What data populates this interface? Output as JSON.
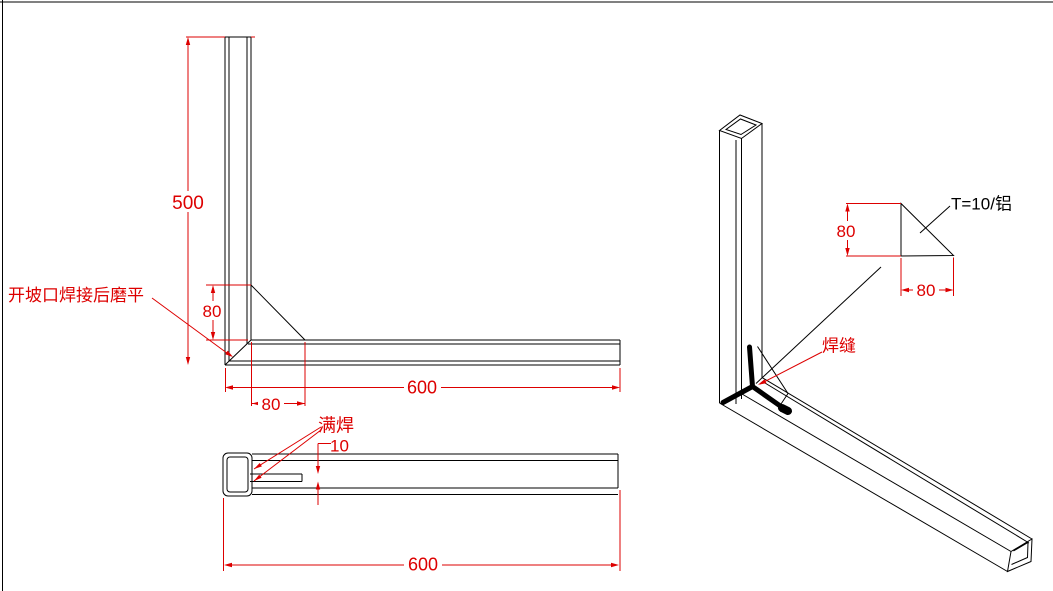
{
  "drawing": {
    "type": "CAD weld fabrication drawing of L-shaped aluminium square-tube bracket",
    "labels": {
      "grind_note": "开坡口焊接后磨平",
      "full_weld": "满焊",
      "weld_seam": "焊缝",
      "material_note": "T=10/铝"
    },
    "dimensions": {
      "front_height": "500",
      "front_length": "600",
      "gusset_height": "80",
      "gusset_width": "80",
      "weld_gap": "10",
      "side_length": "600",
      "detail_height": "80",
      "detail_width": "80"
    },
    "colors": {
      "geometry": "#000000",
      "dimension": "#dd0000",
      "background": "#ffffff"
    }
  }
}
